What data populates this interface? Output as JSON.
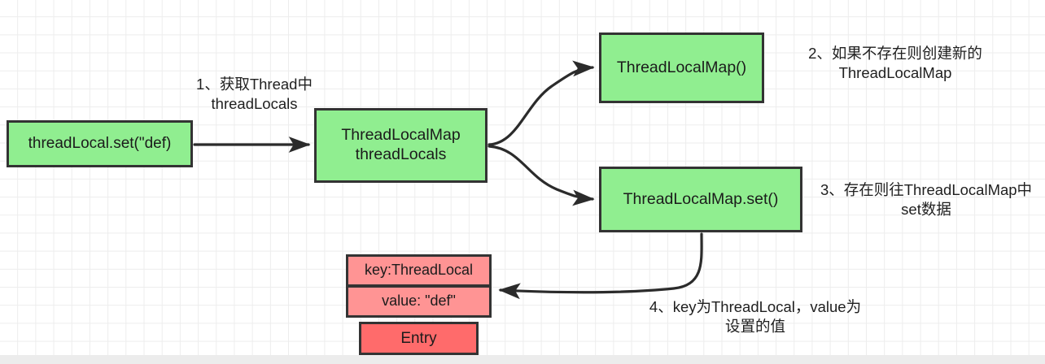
{
  "diagram": {
    "title": "ThreadLocal set flow",
    "background": {
      "grid_color": "#ededed",
      "page_color": "#ffffff",
      "bottom_strip_color": "#ececec"
    },
    "palette": {
      "node_green": "#90ee90",
      "entry_row_salmon": "#ff9494",
      "entry_footer_red": "#ff6b6b",
      "border": "#333333",
      "edge": "#2b2b2b",
      "text": "#1b1b1b"
    },
    "nodes": {
      "threadlocal_set": "threadLocal.set(\"def)",
      "threadlocalmap_threadlocals": "ThreadLocalMap\nthreadLocals",
      "threadlocalmap_ctor": "ThreadLocalMap()",
      "threadlocalmap_set": "ThreadLocalMap.set()"
    },
    "entry": {
      "key_row": "key:ThreadLocal",
      "value_row": "value: \"def\"",
      "footer_row": "Entry"
    },
    "annotations": {
      "step1": "1、获取Thread中\nthreadLocals",
      "step2": "2、如果不存在则创建新的\nThreadLocalMap",
      "step3": "3、存在则往ThreadLocalMap中\nset数据",
      "step4": "4、key为ThreadLocal，value为\n设置的值"
    },
    "edges": [
      {
        "name": "set-to-threadlocals",
        "from": "threadLocal.set(\"def)",
        "to": "ThreadLocalMap threadLocals",
        "style": "straight-arrow"
      },
      {
        "name": "threadlocals-to-ctor",
        "from": "ThreadLocalMap threadLocals",
        "to": "ThreadLocalMap()",
        "style": "curved-arrow"
      },
      {
        "name": "threadlocals-to-set",
        "from": "ThreadLocalMap threadLocals",
        "to": "ThreadLocalMap.set()",
        "style": "curved-arrow"
      },
      {
        "name": "set-to-entry",
        "from": "ThreadLocalMap.set()",
        "to": "Entry",
        "style": "curved-arrow"
      }
    ]
  }
}
